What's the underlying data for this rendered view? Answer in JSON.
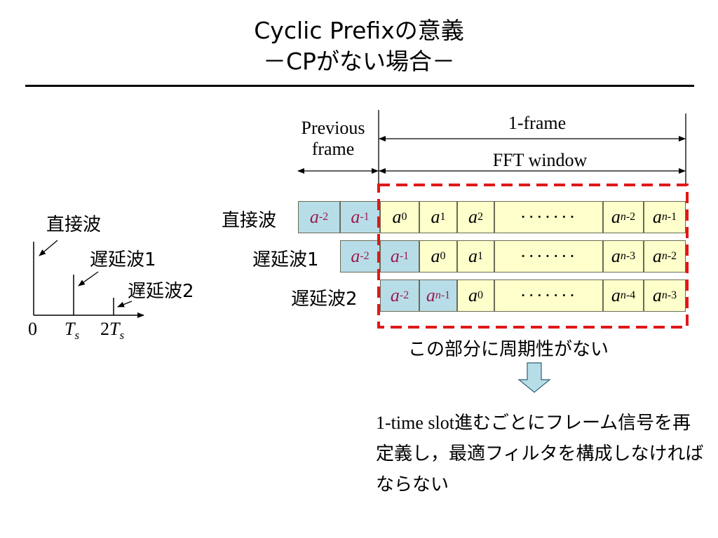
{
  "title": {
    "line1": "Cyclic Prefixの意義",
    "line2": "－CPがない場合－"
  },
  "impulse": {
    "direct": "直接波",
    "delayed1": "遅延波1",
    "delayed2": "遅延波2",
    "tick0": "0",
    "tick1": "T",
    "tick1_sub": "s",
    "tick2_prefix": "2",
    "tick2": "T",
    "tick2_sub": "s"
  },
  "frame": {
    "previous_line1": "Previous",
    "previous_line2": "frame",
    "one_frame": "1-frame",
    "fft_window": "FFT window"
  },
  "rows": [
    {
      "label": "直接波",
      "cells": [
        {
          "sym": "a",
          "sub": "-2",
          "color": "blue"
        },
        {
          "sym": "a",
          "sub": "-1",
          "color": "blue"
        },
        {
          "sym": "a",
          "sub": "0",
          "color": "yellow"
        },
        {
          "sym": "a",
          "sub": "1",
          "color": "yellow"
        },
        {
          "sym": "a",
          "sub": "2",
          "color": "yellow"
        },
        {
          "sym": "·······",
          "sub": "",
          "color": "yellow"
        },
        {
          "sym": "a",
          "sub": "n-2",
          "color": "yellow"
        },
        {
          "sym": "a",
          "sub": "n-1",
          "color": "yellow"
        }
      ]
    },
    {
      "label": "遅延波1",
      "cells": [
        {
          "sym": "a",
          "sub": "-2",
          "color": "blue"
        },
        {
          "sym": "a",
          "sub": "-1",
          "color": "blue"
        },
        {
          "sym": "a",
          "sub": "0",
          "color": "yellow"
        },
        {
          "sym": "a",
          "sub": "1",
          "color": "yellow"
        },
        {
          "sym": "·······",
          "sub": "",
          "color": "yellow"
        },
        {
          "sym": "a",
          "sub": "n-3",
          "color": "yellow"
        },
        {
          "sym": "a",
          "sub": "n-2",
          "color": "yellow"
        }
      ]
    },
    {
      "label": "遅延波2",
      "cells": [
        {
          "sym": "a",
          "sub": "-2",
          "color": "blue"
        },
        {
          "sym": "a",
          "sub": "n-1",
          "color": "blue"
        },
        {
          "sym": "a",
          "sub": "0",
          "color": "yellow"
        },
        {
          "sym": "·······",
          "sub": "",
          "color": "yellow"
        },
        {
          "sym": "a",
          "sub": "n-4",
          "color": "yellow"
        },
        {
          "sym": "a",
          "sub": "n-3",
          "color": "yellow"
        }
      ]
    }
  ],
  "caption": "この部分に周期性がない",
  "note": {
    "prefix": "1-time  slot",
    "text": "進むごとにフレーム信号を再定義し，最適フィルタを構成しなければならない"
  },
  "colors": {
    "cp_blue": "#b7dde8",
    "symbol_yellow": "#ffffcc",
    "window_red": "#e01818",
    "arrow_blue": "#b7dde8",
    "cp_text": "#9b1b4f"
  }
}
